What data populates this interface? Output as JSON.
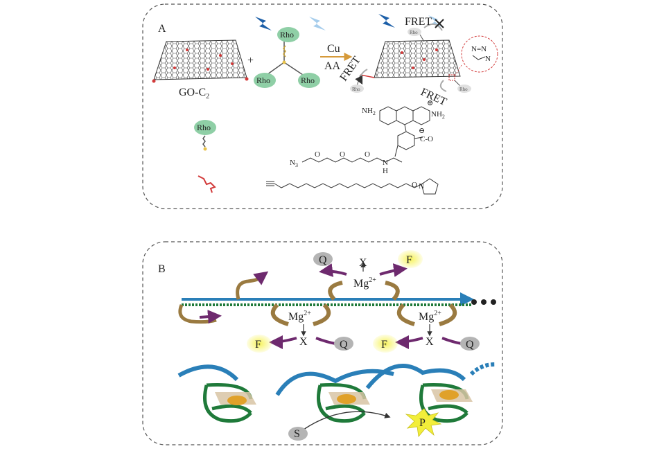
{
  "panel_a": {
    "label": "A",
    "go_label": "GO-C",
    "go_sub": "2",
    "plus": "+",
    "rho": "Rho",
    "cu": "Cu",
    "aa": "AA",
    "fret": "FRET",
    "chem": {
      "nh2": "NH",
      "nh2_sub": "2",
      "plus": "⊕",
      "nh2_right": "NH",
      "nh2_right_sub": "2",
      "minus": "⊖",
      "co": "C-O",
      "n3": "N",
      "n3_sub": "3",
      "h": "H",
      "n": "N",
      "o": "O",
      "triazole_top": "N=N",
      "triazole_n": "N"
    }
  },
  "panel_b": {
    "label": "B",
    "mg": "Mg",
    "mg_sup": "2+",
    "q": "Q",
    "f": "F",
    "x": "X",
    "s": "S",
    "p": "P"
  },
  "colors": {
    "rho_green": "#8fcfa6",
    "strand_blue": "#2a7fb8",
    "strand_green": "#1f7a3a",
    "loop_brown": "#9a7a40",
    "arrow_purple": "#6e2a6e",
    "fluor_yellow": "#f2ee3a",
    "quencher_grey": "#b4b4b4",
    "red_marker": "#d23a3a"
  }
}
